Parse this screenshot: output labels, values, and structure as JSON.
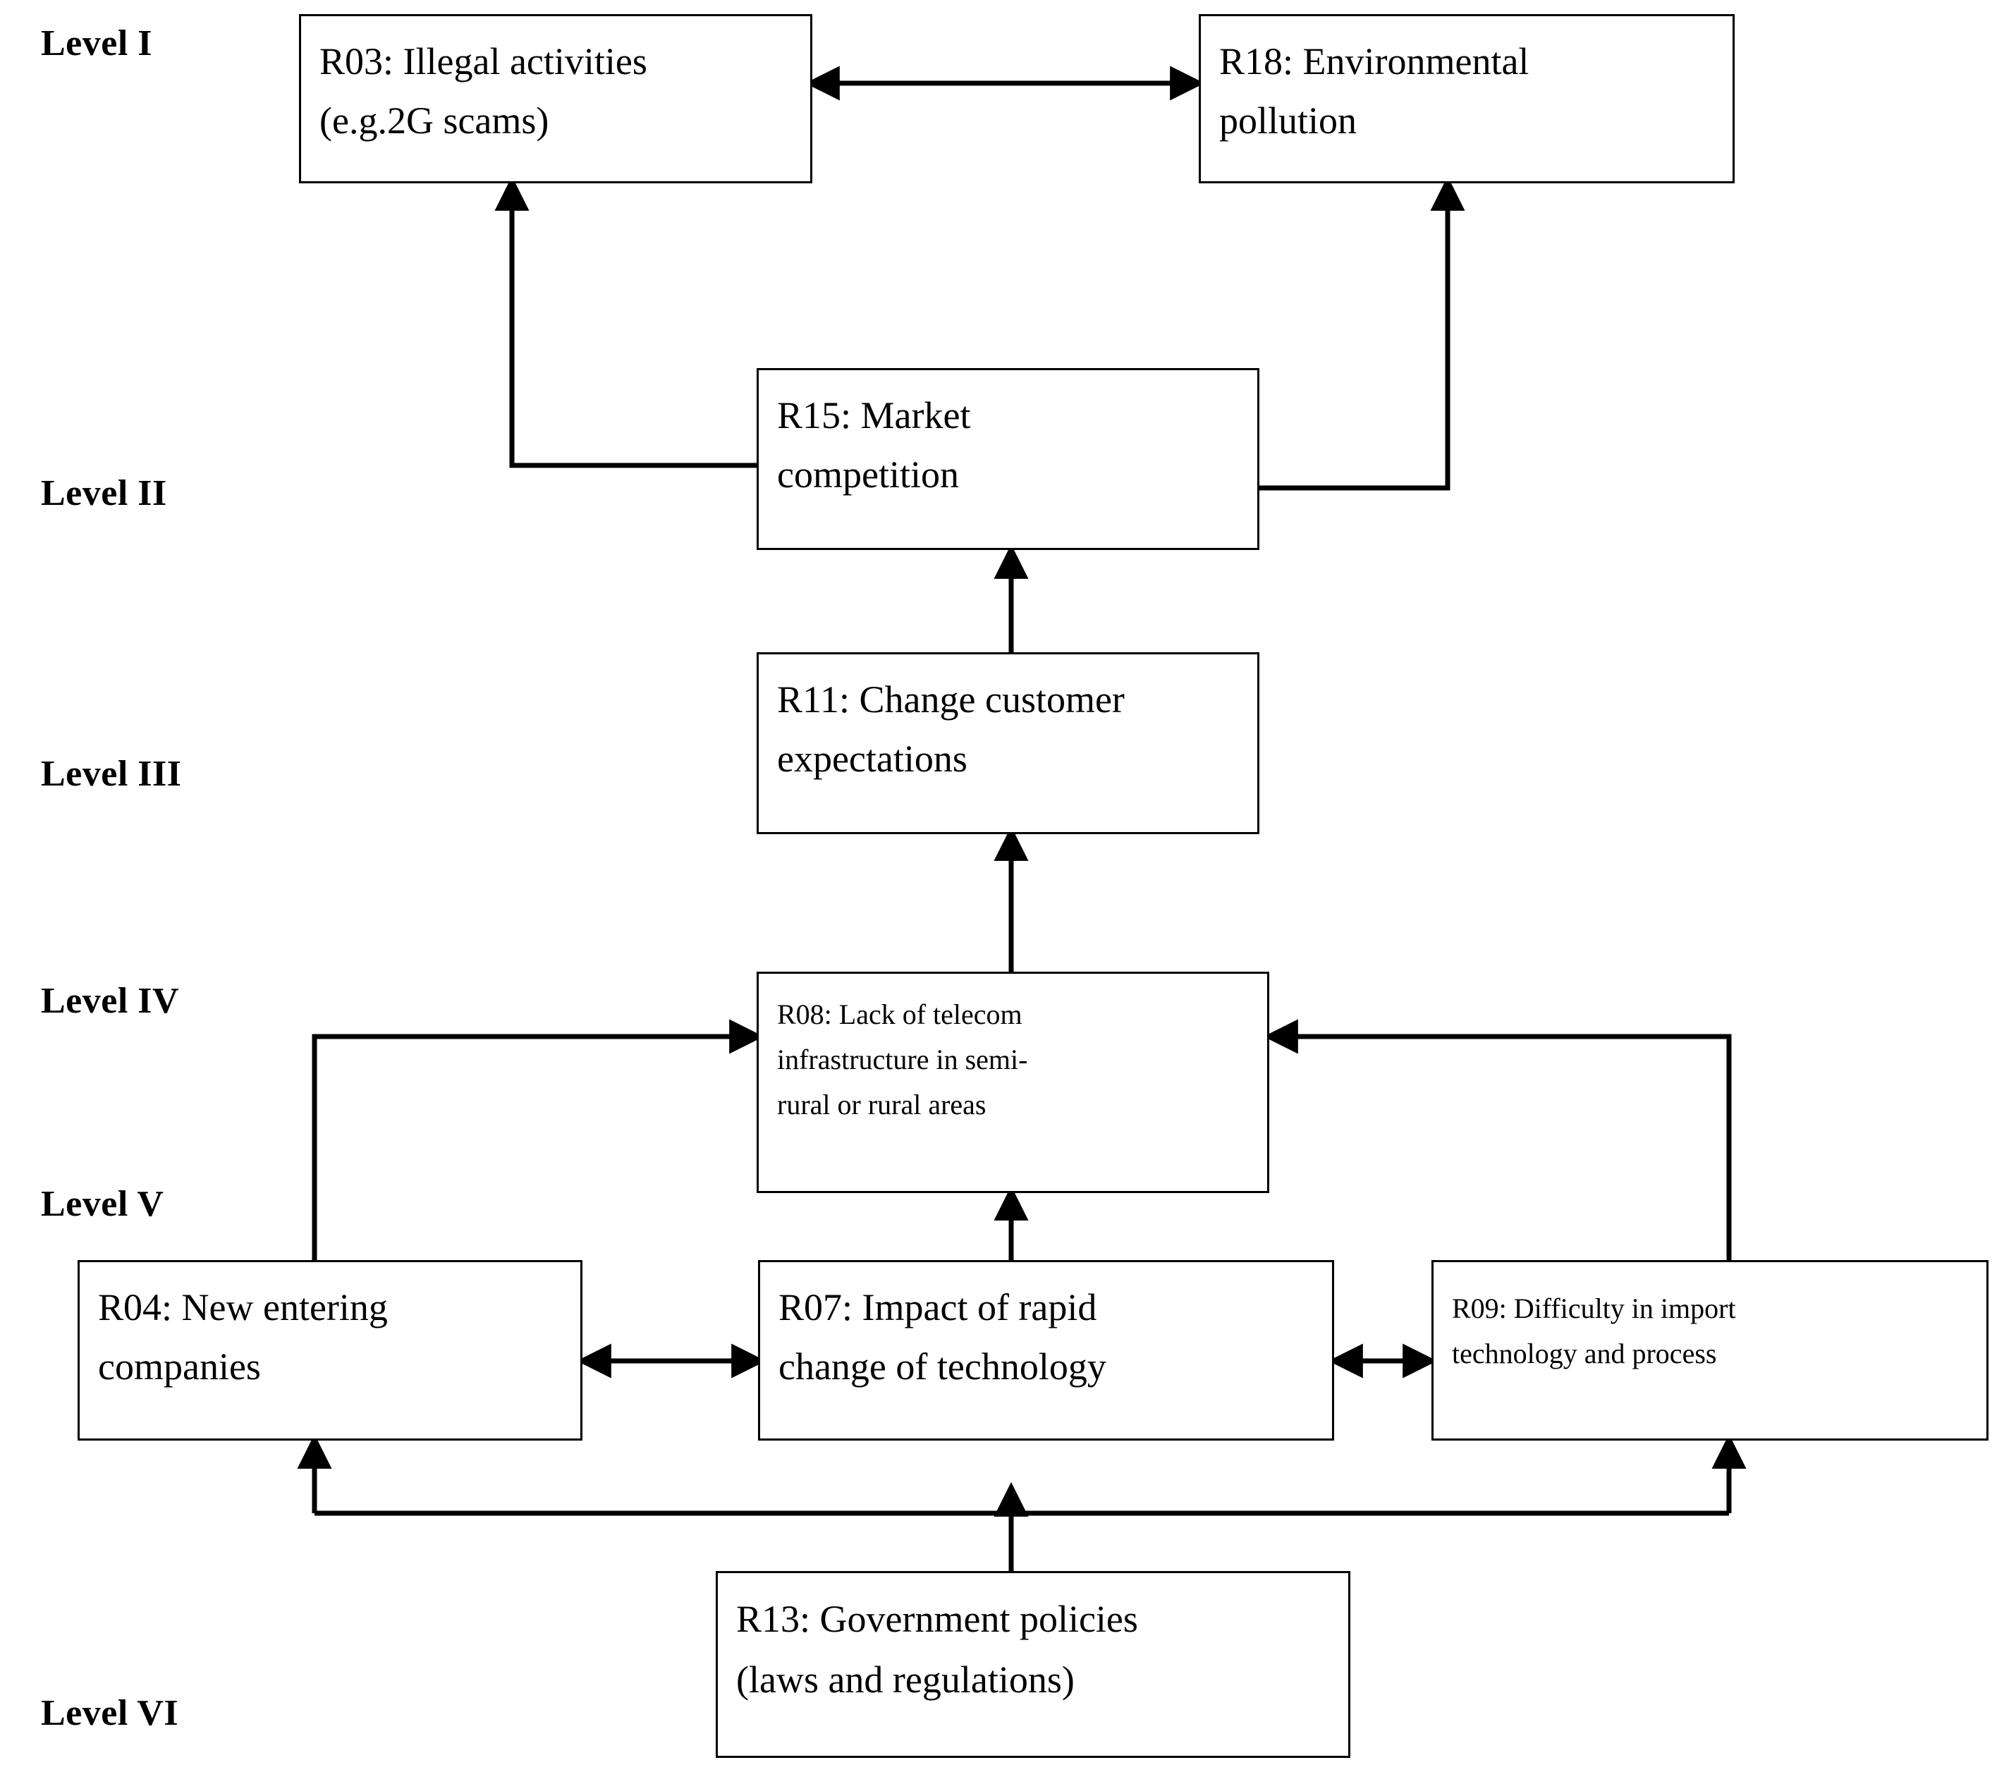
{
  "figure": {
    "type": "ISM digraph / hierarchical level-partition diagram",
    "background_color": "#ffffff",
    "line_color": "#000000",
    "text_color": "#000000"
  },
  "levels": [
    {
      "id": "level-1",
      "label_prefix": "Level",
      "label_roman": "I"
    },
    {
      "id": "level-2",
      "label_prefix": "Level",
      "label_roman": "II"
    },
    {
      "id": "level-3",
      "label_prefix": "Level",
      "label_roman": "III"
    },
    {
      "id": "level-4",
      "label_prefix": "Level",
      "label_roman": "IV"
    },
    {
      "id": "level-5",
      "label_prefix": "Level",
      "label_roman": "V"
    },
    {
      "id": "level-6",
      "label_prefix": "Level",
      "label_roman": "VI"
    }
  ],
  "nodes": [
    {
      "id": "R03",
      "level": "I",
      "lines": [
        "R03: Illegal activities",
        "(e.g.2G  scams)"
      ]
    },
    {
      "id": "R18",
      "level": "I",
      "lines": [
        "R18: Environmental",
        "pollution"
      ]
    },
    {
      "id": "R15",
      "level": "II",
      "lines": [
        "R15: Market",
        "competition"
      ]
    },
    {
      "id": "R11",
      "level": "III",
      "lines": [
        "R11: Change customer",
        "expectations"
      ]
    },
    {
      "id": "R08",
      "level": "IV",
      "lines": [
        "R08: Lack of telecom",
        "infrastructure in  semi-",
        "rural or rural areas"
      ]
    },
    {
      "id": "R04",
      "level": "V",
      "lines": [
        "R04: New  entering",
        "companies"
      ]
    },
    {
      "id": "R07",
      "level": "V",
      "lines": [
        "R07: Impact of rapid",
        "change of technology"
      ]
    },
    {
      "id": "R09",
      "level": "V",
      "lines": [
        "R09: Difficulty in import",
        "technology and process"
      ]
    },
    {
      "id": "R13",
      "level": "VI",
      "lines": [
        "R13: Government policies",
        "(laws and regulations)"
      ]
    }
  ],
  "edges": [
    {
      "from": "R03",
      "to": "R18",
      "style": "double-headed",
      "orientation": "horizontal"
    },
    {
      "from": "R15",
      "to": "R03",
      "style": "single-arrow",
      "orientation": "elbow-up-left"
    },
    {
      "from": "R15",
      "to": "R18",
      "style": "single-arrow",
      "orientation": "elbow-up-right"
    },
    {
      "from": "R11",
      "to": "R15",
      "style": "single-arrow",
      "orientation": "vertical-up"
    },
    {
      "from": "R08",
      "to": "R11",
      "style": "single-arrow",
      "orientation": "vertical-up"
    },
    {
      "from": "R07",
      "to": "R08",
      "style": "single-arrow",
      "orientation": "vertical-up"
    },
    {
      "from": "R04",
      "to": "R08",
      "style": "single-arrow",
      "orientation": "elbow-up-right"
    },
    {
      "from": "R09",
      "to": "R08",
      "style": "single-arrow",
      "orientation": "elbow-up-left"
    },
    {
      "from": "R04",
      "to": "R07",
      "style": "double-headed",
      "orientation": "horizontal"
    },
    {
      "from": "R07",
      "to": "R09",
      "style": "double-headed",
      "orientation": "horizontal"
    },
    {
      "from": "R13",
      "to": "R07",
      "style": "single-arrow",
      "orientation": "vertical-up"
    },
    {
      "from": "R13",
      "to": "R04",
      "style": "single-arrow",
      "orientation": "bus-up-left"
    },
    {
      "from": "R13",
      "to": "R09",
      "style": "single-arrow",
      "orientation": "bus-up-right"
    }
  ]
}
